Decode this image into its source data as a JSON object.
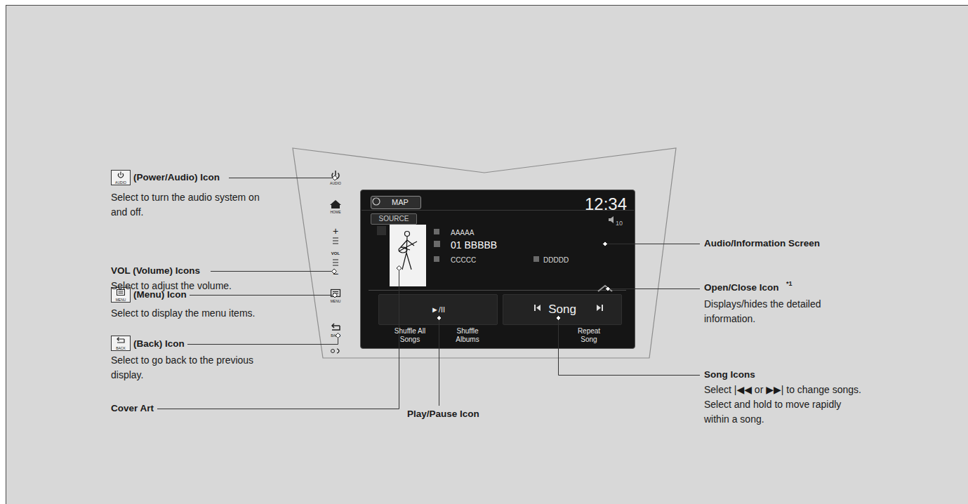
{
  "diagram": {
    "nodes": [
      {
        "text": [
          "12:34",
          "10",
          "AAAAA",
          "01 BBBBB",
          "CCCCC",
          "DDDDD",
          "Shuffle All Songs",
          "Shuffle Albums",
          "Repeat Song"
        ]
      },
      {
        "text": [
          "MAP"
        ],
        "in": 0
      },
      {
        "text": [
          "SOURCE"
        ],
        "in": 0
      },
      {
        "text": [
          "►/II"
        ],
        "in": 0
      },
      {
        "text": [
          "Song"
        ],
        "in": 0
      }
    ],
    "labels": [
      "AUDIO",
      "(Power/Audio) Icon",
      "Select to turn the audio system on and off.",
      "VOL (Volume) Icons",
      "Select to adjust the volume.",
      "MENU",
      "(Menu) Icon",
      "Select to display the menu items.",
      "BACK",
      "(Back) Icon",
      "Select to go back to the previous display.",
      "Cover Art",
      "Play/Pause Icon",
      "Audio/Information Screen",
      "Open/Close Icon",
      "*1",
      "Displays/hides the detailed information.",
      "Song Icons",
      "Select |◀◀ or ▶▶| to change songs.",
      "Select and hold to move rapidly within a song.",
      "AUDIO",
      "HOME",
      "+",
      "VOL",
      "−",
      "MENU",
      "BACK"
    ]
  }
}
